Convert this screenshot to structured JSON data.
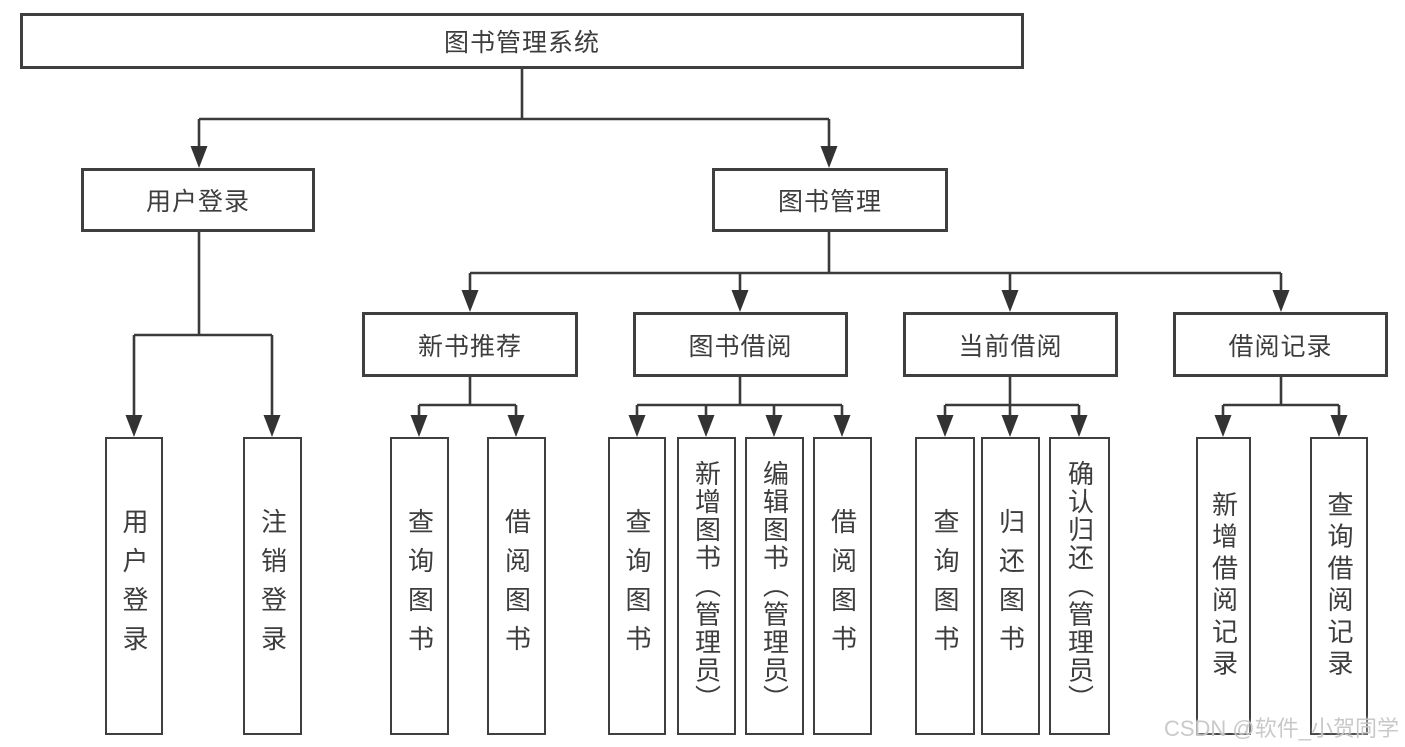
{
  "diagram_type": "function-structure-tree",
  "tree": {
    "label": "图书管理系统",
    "children": [
      {
        "label": "用户登录",
        "children": [
          {
            "label": "用户登录"
          },
          {
            "label": "注销登录"
          }
        ]
      },
      {
        "label": "图书管理",
        "children": [
          {
            "label": "新书推荐",
            "children": [
              {
                "label": "查询图书"
              },
              {
                "label": "借阅图书"
              }
            ]
          },
          {
            "label": "图书借阅",
            "children": [
              {
                "label": "查询图书"
              },
              {
                "label": "新增图书（管理员）"
              },
              {
                "label": "编辑图书（管理员）"
              },
              {
                "label": "借阅图书"
              }
            ]
          },
          {
            "label": "当前借阅",
            "children": [
              {
                "label": "查询图书"
              },
              {
                "label": "归还图书"
              },
              {
                "label": "确认归还（管理员）"
              }
            ]
          },
          {
            "label": "借阅记录",
            "children": [
              {
                "label": "新增借阅记录"
              },
              {
                "label": "查询借阅记录"
              }
            ]
          }
        ]
      }
    ]
  },
  "watermark": {
    "text": "CSDN @软件_小贺同学"
  },
  "colors": {
    "line": "#3a3a3a",
    "box_border": "#3f3f3f",
    "box_fill": "#ffffff",
    "text": "#3d3d3d",
    "watermark": "#c6c6c6",
    "background": "#ffffff"
  }
}
